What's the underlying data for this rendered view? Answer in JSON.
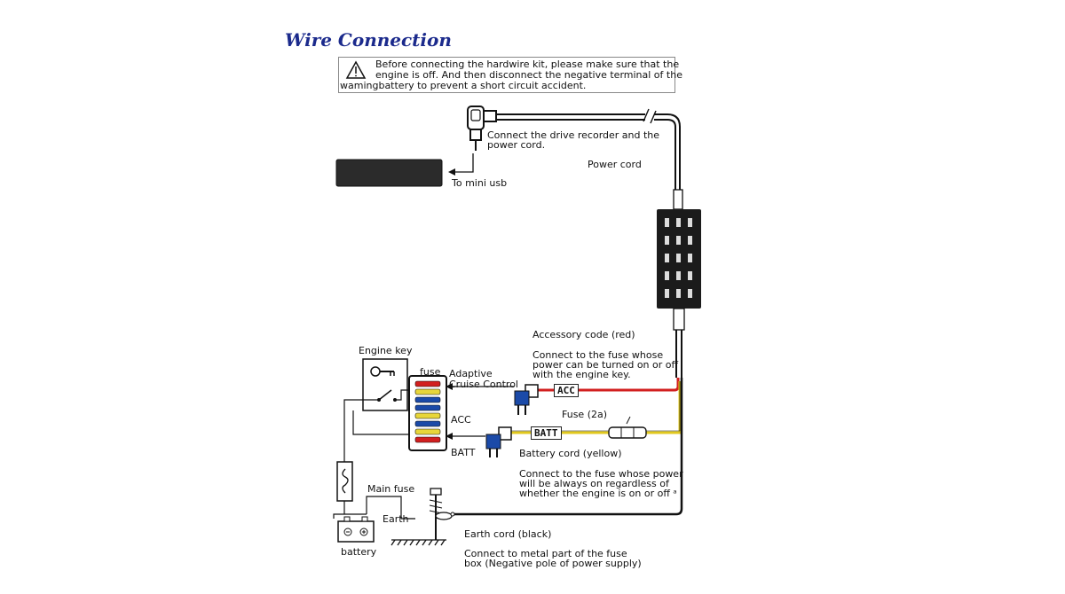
{
  "title": "Wire Connection",
  "warning": {
    "lines": [
      "Before connecting the hardwire kit, please make sure that the",
      "engine is off. And then disconnect the negative terminal of the",
      "wamingbattery to prevent a short circuit accident."
    ]
  },
  "labels": {
    "connect_recorder_1": "Connect the drive recorder and the",
    "connect_recorder_2": "power cord.",
    "to_mini_usb": "To mini usb",
    "power_cord": "Power cord",
    "accessory_code": "Accessory code (red)",
    "acc_note_1": "Connect to the fuse whose",
    "acc_note_2": "power can be turned on or off",
    "acc_note_3": "with the engine key.",
    "engine_key": "Engine key",
    "fuse": "fuse",
    "adaptive_1": "Adaptive",
    "adaptive_2": "Cruise Control",
    "acc": "ACC",
    "batt": "BATT",
    "fuse_2a": "Fuse (2a)",
    "battery_cord": "Battery cord (yellow)",
    "batt_note_1": "Connect to the fuse whose power",
    "batt_note_2": "will be always on regardless of",
    "batt_note_3": "whether the engine is on or off ᵃ",
    "main_fuse": "Main fuse",
    "earth": "Earth",
    "earth_cord": "Earth cord (black)",
    "battery": "battery",
    "earth_note_1": "Connect to metal part of the fuse",
    "earth_note_2": "box (Negative pole of power supply)"
  },
  "tags": {
    "acc_tag": "ACC",
    "batt_tag": "BATT"
  },
  "colors": {
    "title": "#1b2a8c",
    "red_wire": "#d21f1f",
    "yellow_wire": "#e1c81e",
    "black_wire": "#111111"
  },
  "icons": {
    "warning": "warning-triangle-icon",
    "key": "key-icon",
    "battery": "battery-icon",
    "ground": "ground-icon"
  }
}
